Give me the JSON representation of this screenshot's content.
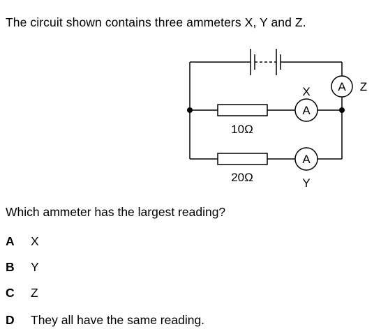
{
  "question": {
    "stem": "The circuit shown contains three ammeters X, Y and Z.",
    "prompt": "Which ammeter has the largest reading?"
  },
  "circuit": {
    "resistor_top": "10Ω",
    "resistor_bottom": "20Ω",
    "meter_symbol": "A",
    "meter_x_name": "X",
    "meter_y_name": "Y",
    "meter_z_name": "Z"
  },
  "options": [
    {
      "letter": "A",
      "text": "X"
    },
    {
      "letter": "B",
      "text": "Y"
    },
    {
      "letter": "C",
      "text": "Z"
    },
    {
      "letter": "D",
      "text": "They all have the same reading."
    }
  ]
}
